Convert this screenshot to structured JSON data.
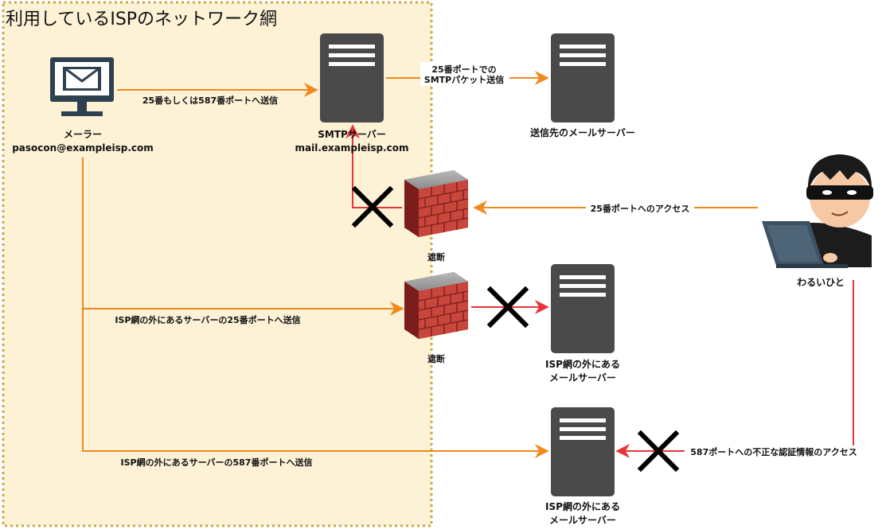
{
  "zone": {
    "title": "利用しているISPのネットワーク網"
  },
  "nodes": {
    "mailer": {
      "line1": "メーラー",
      "line2": "pasocon@exampleisp.com"
    },
    "smtp": {
      "line1": "SMTPサーバー",
      "line2": "mail.exampleisp.com"
    },
    "dest": {
      "label": "送信先のメールサーバー"
    },
    "outside1": {
      "line1": "ISP網の外にある",
      "line2": "メールサーバー"
    },
    "outside2": {
      "line1": "ISP網の外にある",
      "line2": "メールサーバー"
    },
    "hacker": {
      "label": "わるいひと"
    },
    "firewall1": {
      "label": "遮断"
    },
    "firewall2": {
      "label": "遮断"
    }
  },
  "edges": {
    "mailer_to_smtp": "25番もしくは587番ポートへ送信",
    "smtp_to_dest_1": "25番ポートでの",
    "smtp_to_dest_2": "SMTPパケット送信",
    "hacker_to_25": "25番ポートへのアクセス",
    "mailer_to_outside25": "ISP網の外にあるサーバーの25番ポートへ送信",
    "mailer_to_outside587": "ISP網の外にあるサーバーの587番ポートへ送信",
    "hacker_to_587": "587ポートへの不正な認証情報のアクセス"
  },
  "colors": {
    "zone_fill": "#fdf1d6",
    "zone_border": "#c9a94a",
    "orange": "#f08a1c",
    "red": "#e8343a",
    "server": "#4a4a4a",
    "cross": "#000000"
  }
}
